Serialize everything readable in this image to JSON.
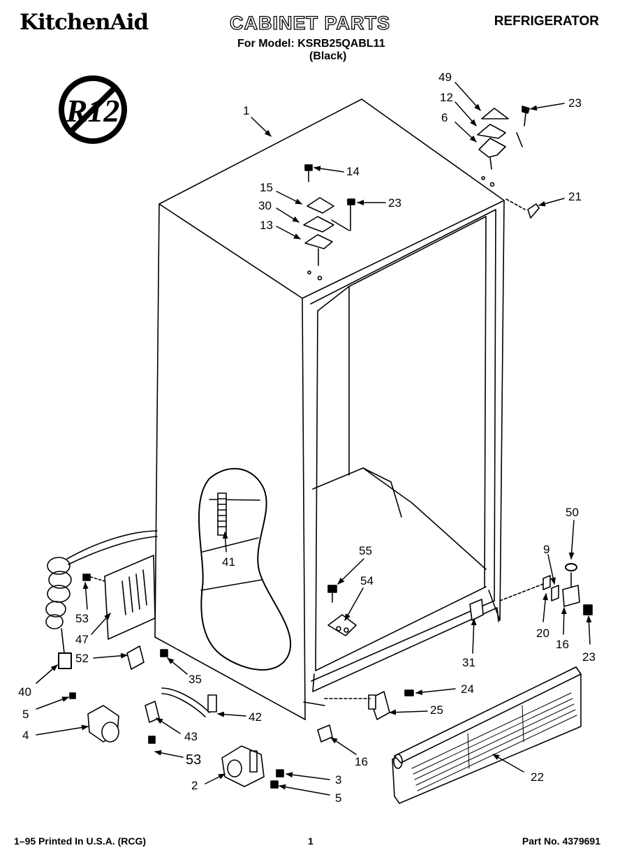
{
  "header": {
    "brand": "KitchenAid",
    "title": "CABINET PARTS",
    "category": "REFRIGERATOR",
    "model_line": "For Model: KSRB25QABL11",
    "color_line": "(Black)"
  },
  "badge": {
    "text": "R12"
  },
  "callouts": [
    {
      "id": "c49",
      "label": "49"
    },
    {
      "id": "c12",
      "label": "12"
    },
    {
      "id": "c6",
      "label": "6"
    },
    {
      "id": "c23a",
      "label": "23"
    },
    {
      "id": "c1",
      "label": "1"
    },
    {
      "id": "c14",
      "label": "14"
    },
    {
      "id": "c15",
      "label": "15"
    },
    {
      "id": "c30",
      "label": "30"
    },
    {
      "id": "c13",
      "label": "13"
    },
    {
      "id": "c23b",
      "label": "23"
    },
    {
      "id": "c21",
      "label": "21"
    },
    {
      "id": "c41",
      "label": "41"
    },
    {
      "id": "c55",
      "label": "55"
    },
    {
      "id": "c54",
      "label": "54"
    },
    {
      "id": "c50",
      "label": "50"
    },
    {
      "id": "c9",
      "label": "9"
    },
    {
      "id": "c20",
      "label": "20"
    },
    {
      "id": "c16a",
      "label": "16"
    },
    {
      "id": "c23c",
      "label": "23"
    },
    {
      "id": "c31",
      "label": "31"
    },
    {
      "id": "c53a",
      "label": "53"
    },
    {
      "id": "c47",
      "label": "47"
    },
    {
      "id": "c52",
      "label": "52"
    },
    {
      "id": "c40",
      "label": "40"
    },
    {
      "id": "c35",
      "label": "35"
    },
    {
      "id": "c5a",
      "label": "5"
    },
    {
      "id": "c4",
      "label": "4"
    },
    {
      "id": "c42",
      "label": "42"
    },
    {
      "id": "c43",
      "label": "43"
    },
    {
      "id": "c53b",
      "label": "53"
    },
    {
      "id": "c24",
      "label": "24"
    },
    {
      "id": "c25",
      "label": "25"
    },
    {
      "id": "c16b",
      "label": "16"
    },
    {
      "id": "c22",
      "label": "22"
    },
    {
      "id": "c2",
      "label": "2"
    },
    {
      "id": "c3",
      "label": "3"
    },
    {
      "id": "c5b",
      "label": "5"
    }
  ],
  "footer": {
    "left": "1–95 Printed In U.S.A. (RCG)",
    "page": "1",
    "right": "Part No. 4379691"
  }
}
